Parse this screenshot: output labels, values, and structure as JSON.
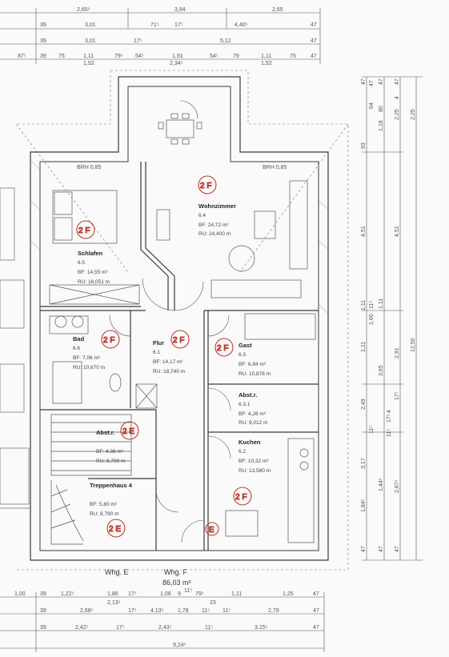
{
  "top_dims": {
    "row1": [
      "2,65⁵",
      "3,94",
      "2,65"
    ],
    "row2": [
      "39",
      "3,01",
      "71⁵",
      "17⁵",
      "4,40⁵",
      "47"
    ],
    "row3": [
      "39",
      "3,01",
      "17⁵",
      "5,12",
      "47"
    ],
    "row4": [
      "87⁵",
      "39",
      "75",
      "1,11",
      "79⁵",
      "54⁵",
      "1,91",
      "54⁵",
      "79",
      "1,11",
      "75",
      "47"
    ],
    "row4b": [
      "1,52",
      "2,34⁵",
      "1,52"
    ]
  },
  "bottom_dims": {
    "row1": [
      "1,00",
      "39",
      "1,22⁵",
      "1,86",
      "17⁵",
      "1,08",
      "9",
      "11⁵",
      "79⁵",
      "1,11",
      "1,25",
      "47"
    ],
    "row1b": [
      "2,13⁵",
      "23"
    ],
    "row2": [
      "39",
      "2,68⁵",
      "17⁵",
      "4,13⁵",
      "1,78",
      "11⁵",
      "11⁵",
      "2,79",
      "47"
    ],
    "row3": [
      "39",
      "2,42⁵",
      "17⁵",
      "2,43⁵",
      "11⁵",
      "3,15⁵",
      "47"
    ],
    "total": "9,24⁵"
  },
  "right_dims": {
    "col1": [
      "47",
      "93",
      "4,51",
      "1,11",
      "1,11",
      "2,49",
      "3,17",
      "1,84⁵",
      "47"
    ],
    "col2": [
      "47",
      "80",
      "1,18",
      "1,11",
      "3,65",
      "1,44⁵",
      "47"
    ],
    "col3": [
      "47",
      "4",
      "2,25",
      "4,51",
      "2,91",
      "17⁵",
      "2,67⁵",
      "47"
    ],
    "col4": [
      "2,25",
      "12,50"
    ],
    "small": [
      "64",
      "47",
      "1,60",
      "11⁵",
      "4",
      "17⁵",
      "11⁵",
      "11⁵"
    ]
  },
  "rooms": [
    {
      "id": "wohnzimmer",
      "name": "Wohnzimmer",
      "number": "6.4",
      "bf": "BF:   24,72 m²",
      "ru": "RU:  24,400 m"
    },
    {
      "id": "schlafen",
      "name": "Schlafen",
      "number": "6.5",
      "bf": "BF:    14,55 m²",
      "ru": "RU:  16,051 m"
    },
    {
      "id": "bad",
      "name": "Bad",
      "number": "6.6",
      "bf": "BF:    7,06 m²",
      "ru": "RU:  10,670 m"
    },
    {
      "id": "flur",
      "name": "Flur",
      "number": "6.1",
      "bf": "BF:    14,17 m²",
      "ru": "RU:  18,740 m"
    },
    {
      "id": "gast",
      "name": "Gast",
      "number": "6.3",
      "bf": "BF:    6,84 m²",
      "ru": "RU:  10,876 m"
    },
    {
      "id": "abstr1",
      "name": "Abst.r.",
      "number": "6.3.1",
      "bf": "BF:    4,26 m²",
      "ru": "RU:  9,012 m"
    },
    {
      "id": "abstr2",
      "name": "Abst.r.",
      "number": "",
      "bf": "BF:    4,36 m²",
      "ru": "RU:  8,790 m"
    },
    {
      "id": "kuechen",
      "name": "Kuchen",
      "number": "6.2",
      "bf": "BF:    10,32 m²",
      "ru": "RU:  13,580 m"
    },
    {
      "id": "treppenhaus",
      "name": "Treppenhaus 4",
      "number": "",
      "bf": "BF:    5,80 m²",
      "ru": "RU:  8,790 m"
    }
  ],
  "markers": [
    "2 F",
    "2 F",
    "2 F",
    "2 F",
    "2 F",
    "2 F",
    "2 E",
    "2 E",
    "E"
  ],
  "units": {
    "left": "Whg. E",
    "right": "Whg. F",
    "area": "86,03 m²"
  },
  "window_labels": [
    "BRH 0,85",
    "BRH 0,85"
  ],
  "colors": {
    "line": "#3a3a3a",
    "wall_fill": "#ffffff",
    "marker": "#c0392b",
    "paper": "#fafafa"
  }
}
